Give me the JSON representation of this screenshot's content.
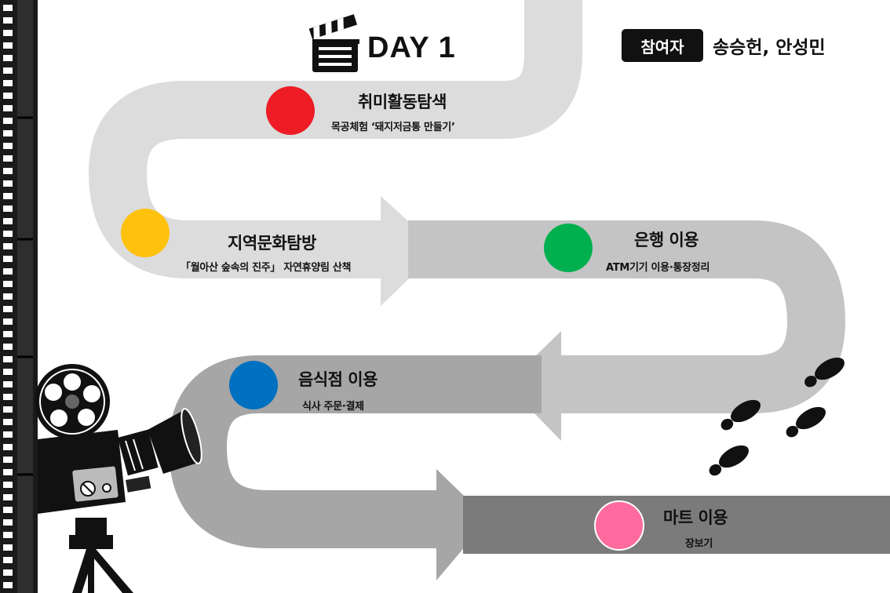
{
  "header": {
    "day": "DAY 1",
    "participants_label": "참여자",
    "participants": "송승헌, 안성민"
  },
  "stops": [
    {
      "title": "취미활동탐색",
      "subtitle": "목공체험 ‘돼지저금통 만들기’",
      "color": "#ee1c25"
    },
    {
      "title": "지역문화탐방",
      "subtitle": "「월아산 숲속의 진주」 자연휴양림 산책",
      "color": "#fdc10e"
    },
    {
      "title": "은행 이용",
      "subtitle": "ATM기기 이용·통장정리",
      "color": "#00b04f"
    },
    {
      "title": "음식점 이용",
      "subtitle": "식사 주문·결제",
      "color": "#0070c0"
    },
    {
      "title": "마트 이용",
      "subtitle": "장보기",
      "color": "#ff6b9e"
    }
  ],
  "icons": [
    "clapperboard-icon",
    "film-strip",
    "movie-projector-icon",
    "footprints-icon"
  ]
}
